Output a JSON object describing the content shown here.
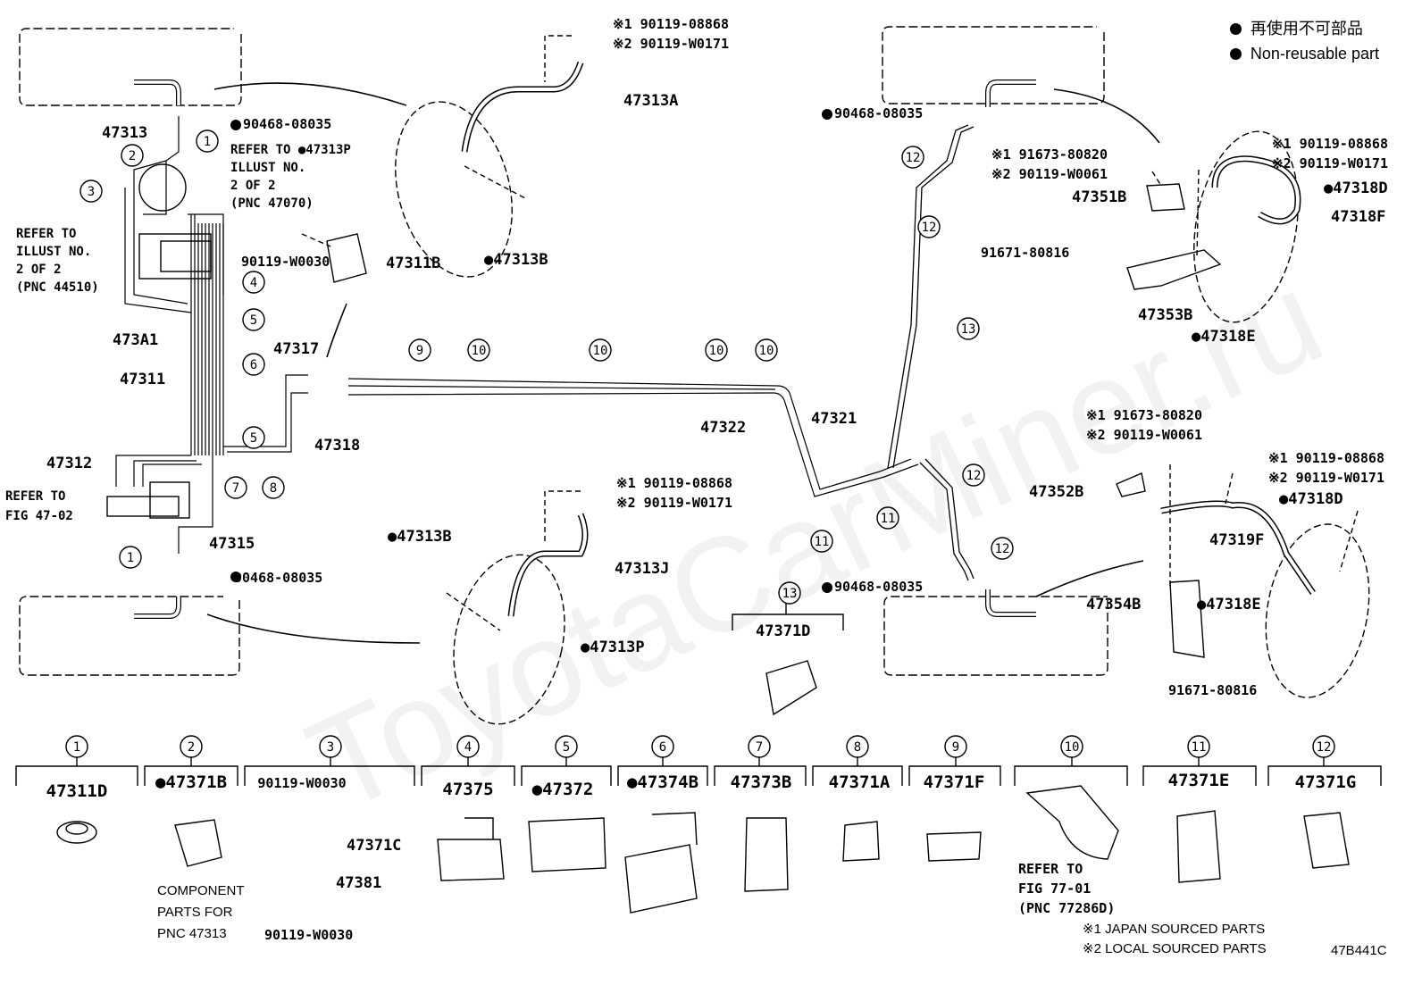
{
  "legend": {
    "ja": "再使用不可部品",
    "en": "Non-reusable part"
  },
  "watermark": "ToyotaCarMiner.ru",
  "diagram_code": "47B441C",
  "footnotes": [
    "※1 JAPAN SOURCED PARTS",
    "※2 LOCAL SOURCED PARTS"
  ],
  "callouts": {
    "p47313": "47313",
    "p90468_a": "90468-08035",
    "p90468_b": "90468-08035",
    "p90468_c": "90468-08035",
    "p90468_d": "90468-08035",
    "refer_47070_1": "REFER TO ●47313P",
    "refer_47070_2": "ILLUST NO.",
    "refer_47070_3": "2 OF 2",
    "refer_47070_4": "(PNC 47070)",
    "refer_44510_1": "REFER TO",
    "refer_44510_2": "ILLUST NO.",
    "refer_44510_3": "2 OF 2",
    "refer_44510_4": "(PNC 44510)",
    "p473A1": "473A1",
    "p47311": "47311",
    "p47312": "47312",
    "refer_4702_1": "REFER TO",
    "refer_4702_2": "FIG 47-02",
    "p47315": "47315",
    "p47317": "47317",
    "p47318": "47318",
    "p47311B": "47311B",
    "p90119_w0030": "90119-W0030",
    "p47313A": "47313A",
    "p47313B_a": "●47313B",
    "p47313B_b": "●47313B",
    "p47313P": "●47313P",
    "p47313J": "47313J",
    "s1_08868_a": "※1 90119-08868",
    "s2_w0171_a": "※2 90119-W0171",
    "s1_08868_b": "※1 90119-08868",
    "s2_w0171_b": "※2 90119-W0171",
    "s1_08868_c": "※1 90119-08868",
    "s2_w0171_c": "※2 90119-W0171",
    "s1_08868_d": "※1 90119-08868",
    "s2_w0171_d": "※2 90119-W0171",
    "p47322": "47322",
    "p47321": "47321",
    "s1_80820_a": "※1 91673-80820",
    "s2_w0061_a": "※2 90119-W0061",
    "s1_80820_b": "※1 91673-80820",
    "s2_w0061_b": "※2 90119-W0061",
    "p47351B": "47351B",
    "p47318D_a": "●47318D",
    "p47318F": "47318F",
    "p91671_a": "91671-80816",
    "p91671_b": "91671-80816",
    "p47353B": "47353B",
    "p47318E_a": "●47318E",
    "p47352B": "47352B",
    "p47318D_b": "●47318D",
    "p47319F": "47319F",
    "p47354B": "47354B",
    "p47318E_b": "●47318E",
    "p47371D": "47371D"
  },
  "clamps": [
    {
      "num": "1",
      "part": "47311D"
    },
    {
      "num": "2",
      "part": "●47371B"
    },
    {
      "num": "3",
      "part": "90119-W0030"
    },
    {
      "num": "4",
      "part": "47375"
    },
    {
      "num": "5",
      "part": "●47372"
    },
    {
      "num": "6",
      "part": "●47374B"
    },
    {
      "num": "7",
      "part": "47373B"
    },
    {
      "num": "8",
      "part": "47371A"
    },
    {
      "num": "9",
      "part": "47371F"
    },
    {
      "num": "10",
      "part": ""
    },
    {
      "num": "11",
      "part": "47371E"
    },
    {
      "num": "12",
      "part": "47371G"
    }
  ],
  "clamp_notes": {
    "c2_1": "COMPONENT",
    "c2_2": "PARTS FOR",
    "c2_3": "PNC 47313",
    "c3_a": "47371C",
    "c3_b": "47381",
    "c3_c": "90119-W0030",
    "c10_1": "REFER TO",
    "c10_2": "FIG 77-01",
    "c10_3": "(PNC 77286D)"
  }
}
